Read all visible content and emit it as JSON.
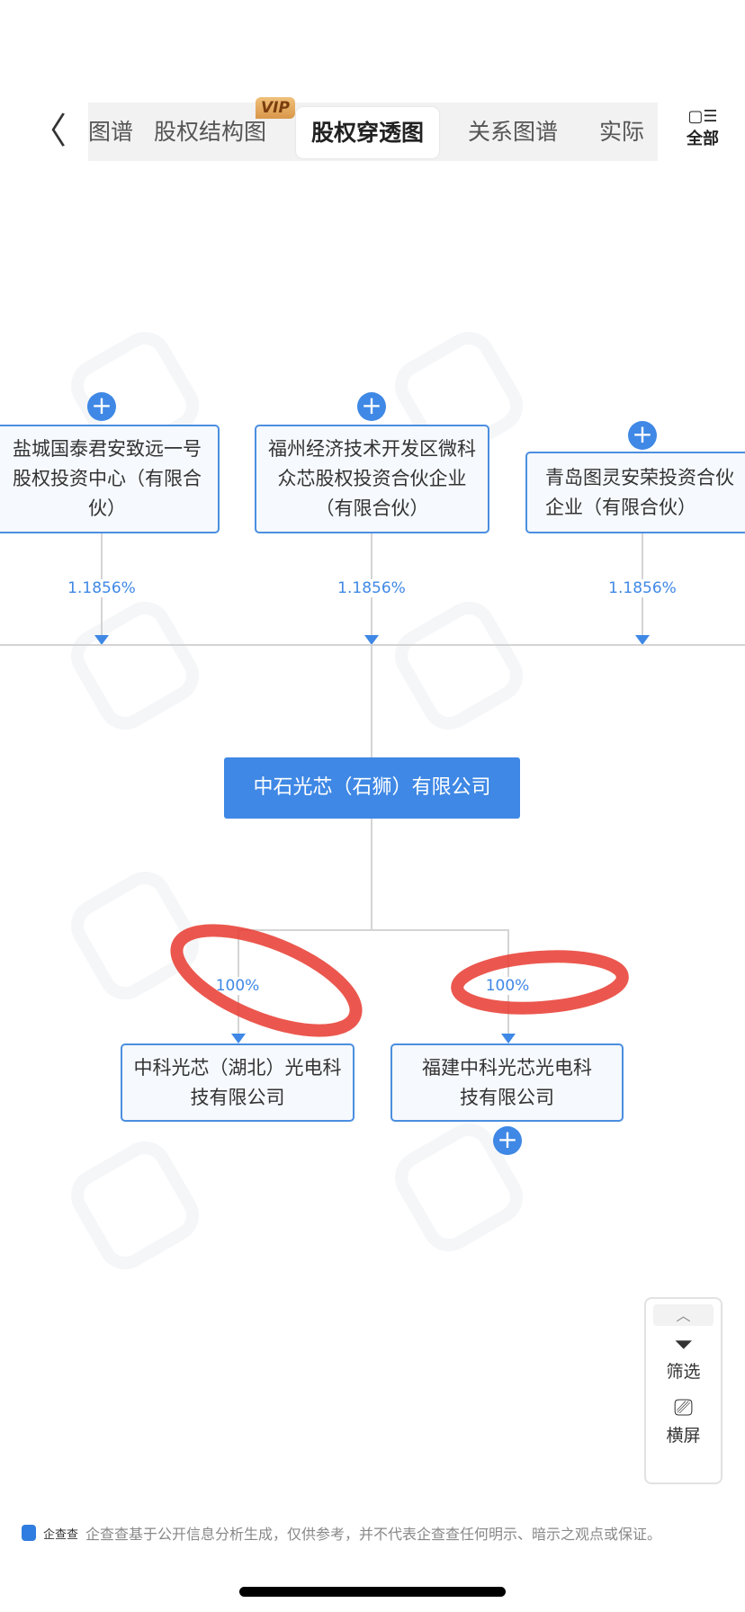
{
  "nav": {
    "back_icon": "chevron-left",
    "all_label": "全部"
  },
  "tabs": [
    {
      "label": "图谱"
    },
    {
      "label": "股权结构图",
      "badge": "VIP"
    },
    {
      "label": "股权穿透图",
      "active": true
    },
    {
      "label": "关系图谱"
    },
    {
      "label": "实际"
    }
  ],
  "shareholders": [
    {
      "name": "盐城国泰君安致远一号股权投资中心（有限合伙）",
      "percent": "1.1856%"
    },
    {
      "name": "福州经济技术开发区微科众芯股权投资合伙企业（有限合伙）",
      "percent": "1.1856%"
    },
    {
      "name": "青岛图灵安荣投资合伙企业（有限合伙）",
      "percent": "1.1856%"
    }
  ],
  "company": {
    "name": "中石光芯（石狮）有限公司"
  },
  "subsidiaries": [
    {
      "name": "中科光芯（湖北）光电科技有限公司",
      "percent": "100%"
    },
    {
      "name": "福建中科光芯光电科技有限公司",
      "percent": "100%"
    }
  ],
  "side_panel": {
    "filter_label": "筛选",
    "landscape_label": "横屏"
  },
  "footer": {
    "logo_text": "企查查",
    "disclaimer": "企查查基于公开信息分析生成，仅供参考，并不代表企查查任何明示、暗示之观点或保证。"
  },
  "colors": {
    "accent": "#3f88e5",
    "annotation": "#e8392f"
  }
}
